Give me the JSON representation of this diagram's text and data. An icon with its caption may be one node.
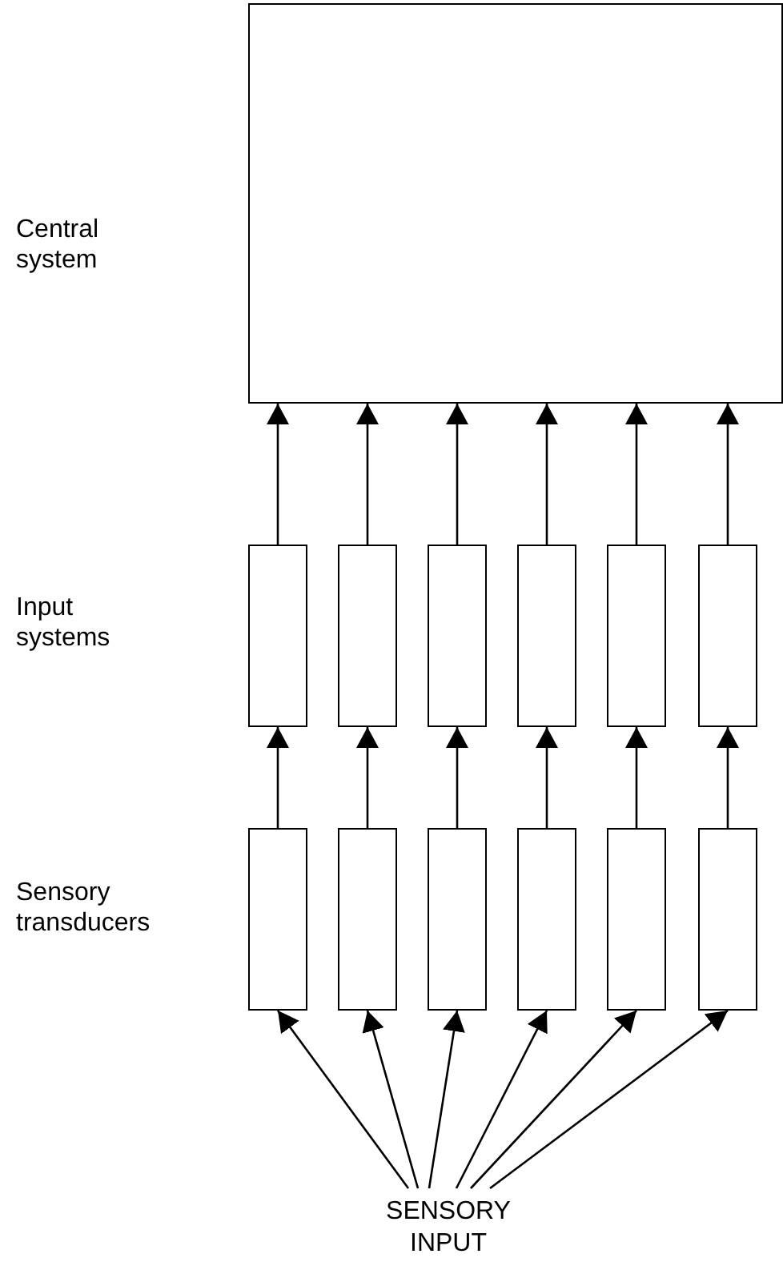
{
  "diagram": {
    "nodes": [
      {
        "text": [],
        "shape": "box"
      },
      {
        "text": [],
        "shape": "box"
      },
      {
        "text": [],
        "shape": "box"
      },
      {
        "text": [],
        "shape": "box"
      },
      {
        "text": [],
        "shape": "box"
      },
      {
        "text": [],
        "shape": "box"
      },
      {
        "text": [],
        "shape": "box"
      },
      {
        "text": [],
        "shape": "box"
      },
      {
        "text": [],
        "shape": "box"
      },
      {
        "text": [],
        "shape": "box"
      },
      {
        "text": [],
        "shape": "box"
      },
      {
        "text": [],
        "shape": "box"
      },
      {
        "text": [],
        "shape": "box"
      },
      {
        "text": [
          "SENSORY INPUT"
        ]
      }
    ],
    "edges": [
      {
        "from": 1,
        "to": 0,
        "arrow": "to"
      },
      {
        "from": 2,
        "to": 0,
        "arrow": "to"
      },
      {
        "from": 3,
        "to": 0,
        "arrow": "to"
      },
      {
        "from": 4,
        "to": 0,
        "arrow": "to"
      },
      {
        "from": 5,
        "to": 0,
        "arrow": "to"
      },
      {
        "from": 6,
        "to": 0,
        "arrow": "to"
      },
      {
        "from": 7,
        "to": 1,
        "arrow": "to"
      },
      {
        "from": 8,
        "to": 2,
        "arrow": "to"
      },
      {
        "from": 9,
        "to": 3,
        "arrow": "to"
      },
      {
        "from": 10,
        "to": 4,
        "arrow": "to"
      },
      {
        "from": 11,
        "to": 5,
        "arrow": "to"
      },
      {
        "from": 12,
        "to": 6,
        "arrow": "to"
      },
      {
        "from": 13,
        "to": 7,
        "arrow": "to"
      },
      {
        "from": 13,
        "to": 8,
        "arrow": "to"
      },
      {
        "from": 13,
        "to": 9,
        "arrow": "to"
      },
      {
        "from": 13,
        "to": 10,
        "arrow": "to"
      },
      {
        "from": 13,
        "to": 11,
        "arrow": "to"
      },
      {
        "from": 13,
        "to": 12,
        "arrow": "to"
      }
    ],
    "labels": [
      "Central system",
      "Input systems",
      "Sensory transducers"
    ]
  }
}
